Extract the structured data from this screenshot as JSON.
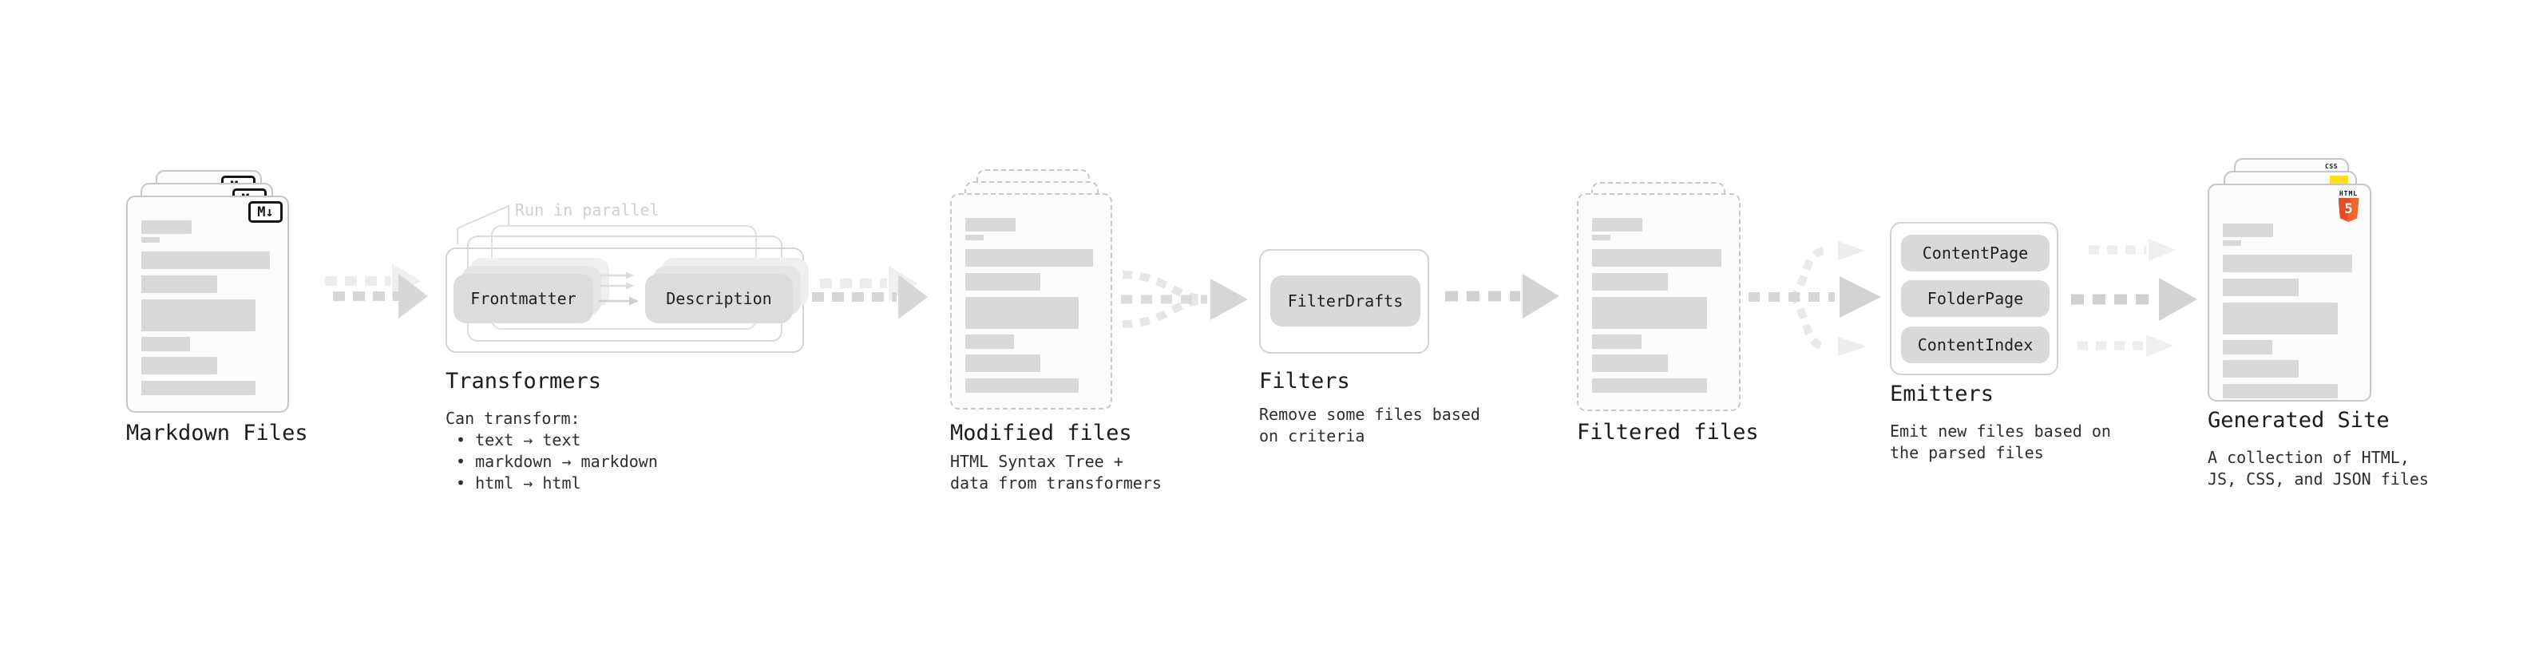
{
  "sections": {
    "markdown": {
      "title": "Markdown Files",
      "badge": "M↓"
    },
    "transformers": {
      "title": "Transformers",
      "note": "Run in parallel",
      "pill_frontmatter": "Frontmatter",
      "pill_description": "Description",
      "subtitle": "Can transform:",
      "bullets": [
        "• text → text",
        "• markdown → markdown",
        "• html → html"
      ]
    },
    "modified": {
      "title": "Modified files",
      "subtitle": "HTML Syntax Tree +\ndata from transformers"
    },
    "filters": {
      "title": "Filters",
      "pill": "FilterDrafts",
      "subtitle": "Remove some files based\non criteria"
    },
    "filtered": {
      "title": "Filtered files"
    },
    "emitters": {
      "title": "Emitters",
      "pills": [
        "ContentPage",
        "FolderPage",
        "ContentIndex"
      ],
      "subtitle": "Emit new files based on\nthe parsed files"
    },
    "generated": {
      "title": "Generated Site",
      "subtitle": "A collection of HTML,\nJS, CSS, and JSON files",
      "badges": {
        "css": "CSS",
        "html": "HTML",
        "html_number": "5"
      }
    }
  },
  "colors": {
    "html5_orange": "#e44d26",
    "html5_orange_light": "#f16529",
    "js_yellow": "#ffdf1b",
    "css_blue": "#2b66f0"
  }
}
